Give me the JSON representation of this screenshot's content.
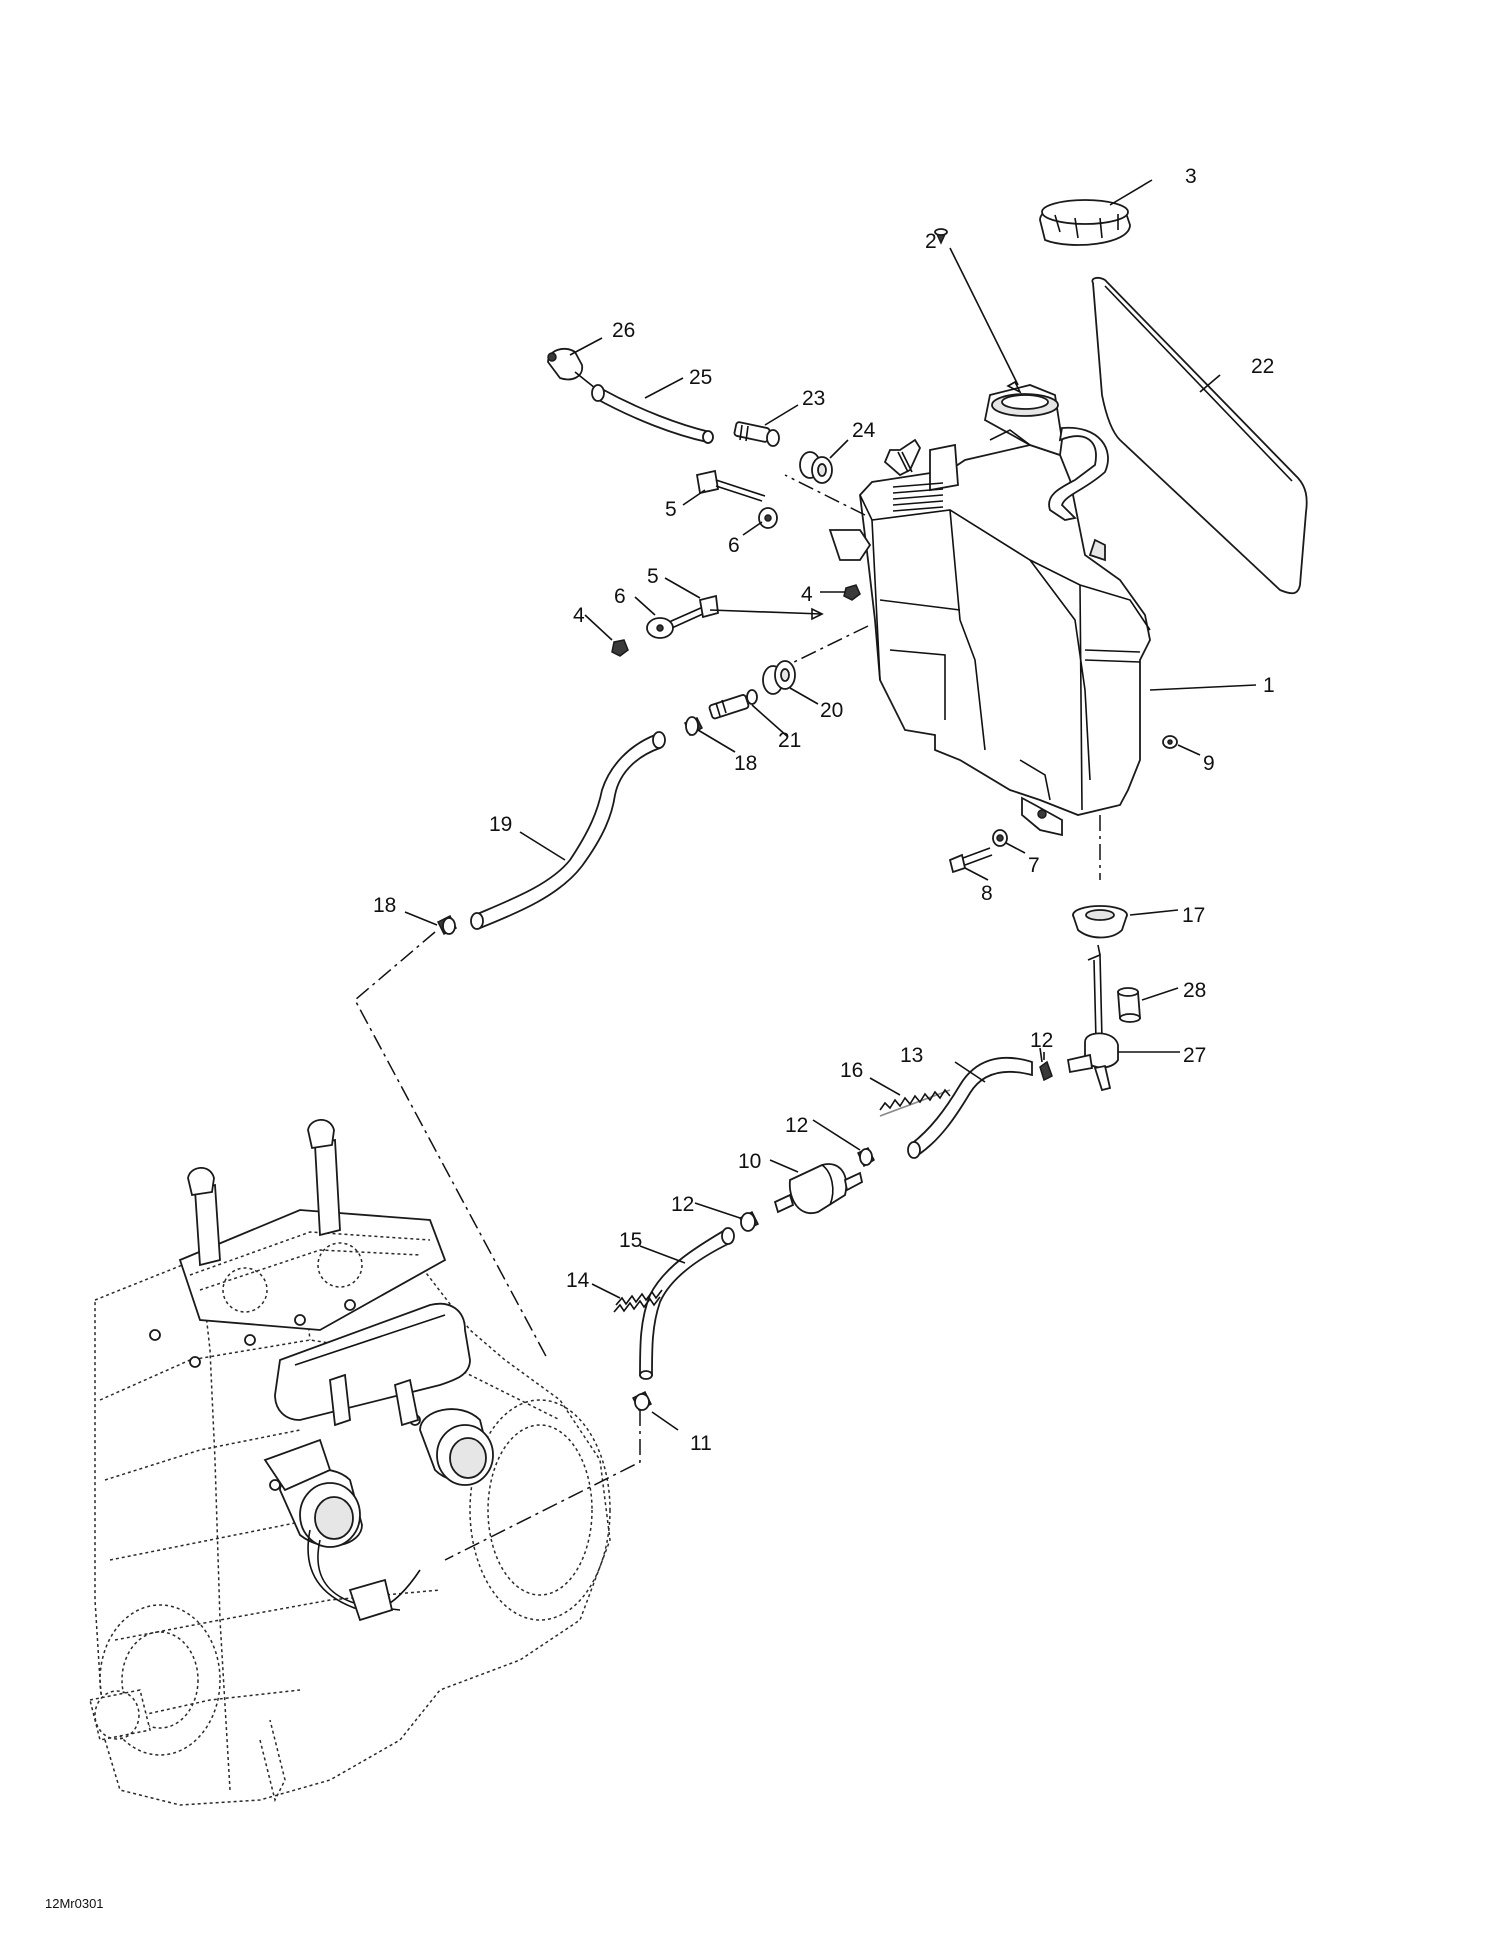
{
  "diagram": {
    "figure_code": "12Mr0301",
    "callouts": [
      "1",
      "2",
      "3",
      "4",
      "4",
      "5",
      "5",
      "6",
      "6",
      "7",
      "8",
      "9",
      "10",
      "11",
      "12",
      "12",
      "12",
      "13",
      "14",
      "15",
      "16",
      "17",
      "18",
      "18",
      "19",
      "20",
      "21",
      "22",
      "23",
      "24",
      "25",
      "26",
      "27",
      "28"
    ]
  }
}
